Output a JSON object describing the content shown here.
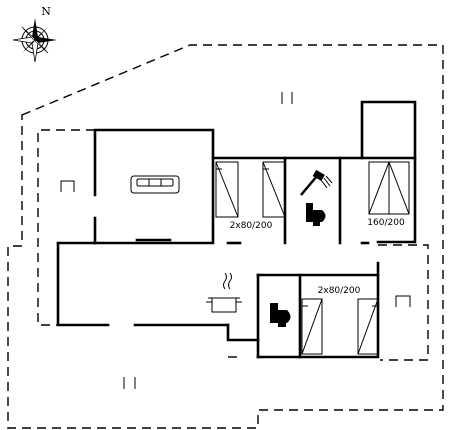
{
  "compass": {
    "north_label": "N"
  },
  "rooms": {
    "bedroom_1": {
      "bed_label": "2x80/200"
    },
    "bedroom_2": {
      "bed_label": "160/200"
    },
    "bedroom_3": {
      "bed_label": "2x80/200"
    }
  },
  "icons": [
    "compass-rose-icon",
    "sofa-icon",
    "shower-icon",
    "toilet-icon",
    "cooking-pot-icon",
    "bed-icon",
    "window-icon"
  ]
}
